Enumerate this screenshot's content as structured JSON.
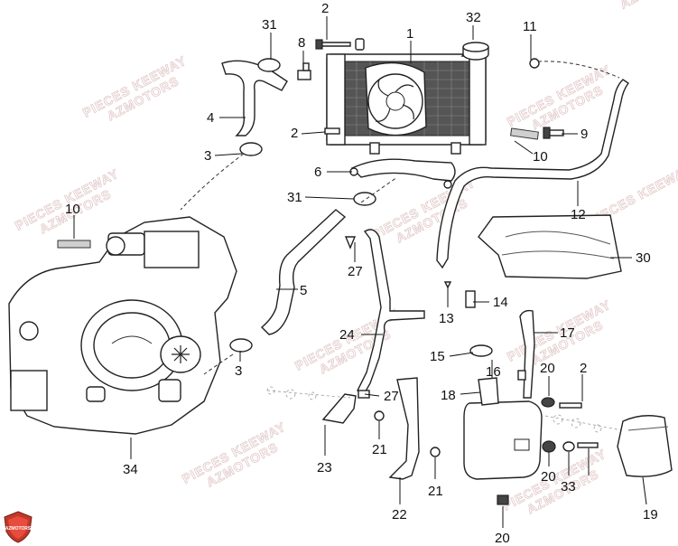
{
  "watermark": {
    "brand_text": "PIECES KEEWAY",
    "sub_text": "AZMOTORS"
  },
  "logo": {
    "text": "AZMOTORS",
    "icon": "azmotors-shield-logo",
    "color": "#c0392b"
  },
  "callouts": [
    "1",
    "2",
    "2",
    "2",
    "3",
    "3",
    "4",
    "5",
    "6",
    "8",
    "9",
    "10",
    "10",
    "11",
    "12",
    "13",
    "14",
    "15",
    "16",
    "17",
    "18",
    "19",
    "20",
    "20",
    "20",
    "21",
    "21",
    "22",
    "23",
    "24",
    "27",
    "27",
    "30",
    "31",
    "31",
    "32",
    "33",
    "34"
  ]
}
